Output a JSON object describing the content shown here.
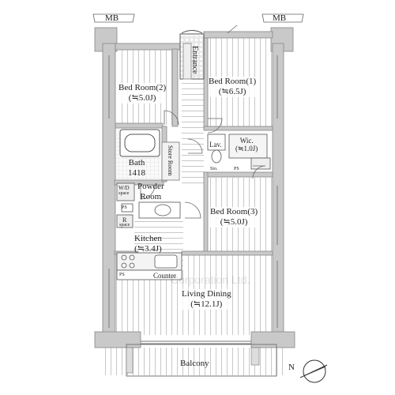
{
  "rooms": {
    "bed2": {
      "name": "Bed Room(2)",
      "size": "(≒5.0J)"
    },
    "bed1": {
      "name": "Bed Room(1)",
      "size": "(≒6.5J)"
    },
    "bed3": {
      "name": "Bed Room(3)",
      "size": "(≒5.0J)"
    },
    "kitchen": {
      "name": "Kitchen",
      "size": "(≒3.4J)"
    },
    "living": {
      "name": "Living Dining",
      "size": "(≒12.1J)"
    },
    "bath": {
      "name": "Bath",
      "size": "1418"
    },
    "powder": {
      "name": "Powder",
      "name2": "Room"
    },
    "wic": {
      "name": "Wic.",
      "size": "(≒1.0J)"
    },
    "lav": "Lav.",
    "store": "Store Room",
    "entrance": "Entrance",
    "balcony": "Balcony",
    "counter": "Counter",
    "mb_left": "MB",
    "mb_right": "MB",
    "wd": {
      "line1": "W/D",
      "line2": "space"
    },
    "r": {
      "line1": "R",
      "line2": "space"
    },
    "ps": "PS",
    "sto": "Sto."
  },
  "compass": "N",
  "watermark": "Corporation Ltd."
}
